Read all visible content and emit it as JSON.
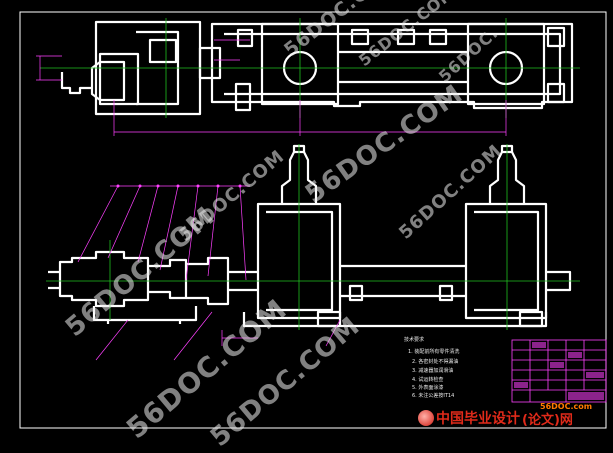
{
  "drawing": {
    "colors": {
      "background": "#000000",
      "outline": "#ffffff",
      "centerline": "#20c020",
      "dimension": "#ff40ff",
      "titleblock": "#ff40ff",
      "watermark": "#e8e8e8",
      "brand": "#e02a1a",
      "url": "#ff7a00"
    },
    "watermarks": [
      "56DOC.COM",
      "56DOC.COM",
      "56DOC.",
      "56DOC.COM",
      "56DOC.COM",
      "56DOC.COM",
      "56DOC.COM",
      "56DOC.COM",
      "56DOC.COM"
    ],
    "tech_notes": {
      "title": "技术要求",
      "lines": [
        "1. 装配前所有零件清洗",
        "2. 各密封处不得漏油",
        "3. 减速器加润滑油",
        "4. 试运转检查",
        "5. 外表面涂漆",
        "6. 未注公差按IT14"
      ]
    },
    "brand": {
      "name": "中国毕业设计",
      "suffix": "(论文)网",
      "url": "56DOC.com"
    }
  }
}
